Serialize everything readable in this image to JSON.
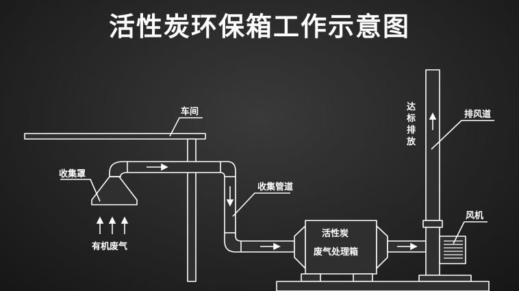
{
  "title": "活性炭环保箱工作示意图",
  "labels": {
    "workshop": "车间",
    "hood": "收集罩",
    "organic_gas": "有机废气",
    "collection_pipe": "收集管道",
    "carbon_box_line1": "活性炭",
    "carbon_box_line2": "废气处理箱",
    "exhaust_duct": "排风道",
    "standard_discharge": [
      "达",
      "标",
      "排",
      "放"
    ],
    "fan": "风机"
  },
  "colors": {
    "line": "#ffffff",
    "fill": "#2f2f2f",
    "background": "#262626"
  }
}
